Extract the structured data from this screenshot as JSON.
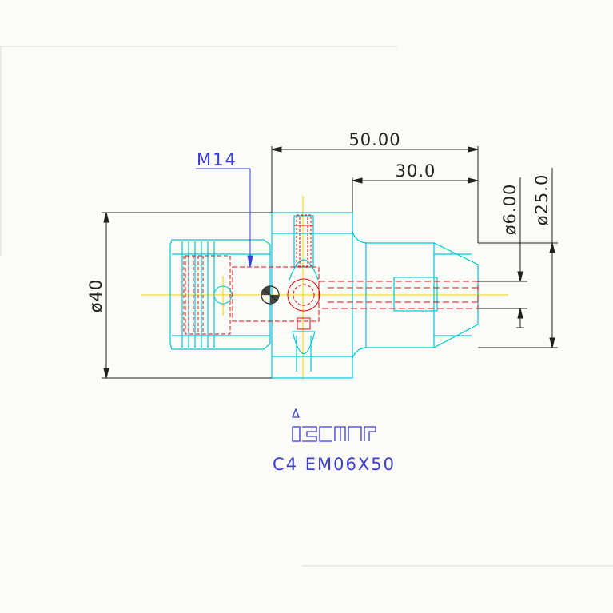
{
  "drawing": {
    "dimensions": {
      "overall_length": "50.00",
      "gauge_length": "30.0",
      "bore_diameter": "ø6.00",
      "nose_diameter": "ø25.0",
      "body_diameter": "ø40",
      "thread": "M14"
    },
    "brand_logo": "iscar",
    "part_code": "C4  EM06X50",
    "colors": {
      "outline": "#00c8d8",
      "hidden_red": "#e01010",
      "dimension": "#202020",
      "annotation_blue": "#3b3bd6",
      "centerline": "#f0d000",
      "paper": "#fbfcf7"
    }
  }
}
